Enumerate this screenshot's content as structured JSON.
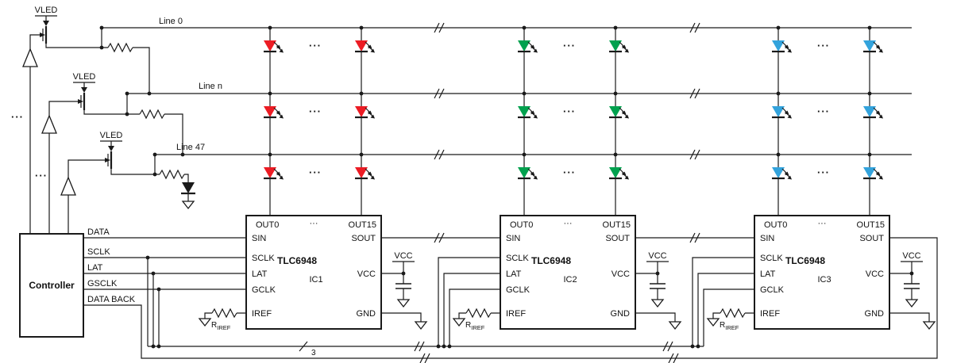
{
  "colors": {
    "led_red": "#ec1c24",
    "led_green": "#00a14e",
    "led_blue": "#33a3dc",
    "wire": "#1a1a1a"
  },
  "labels": {
    "vled": "VLED",
    "line0": "Line 0",
    "line_n": "Line n",
    "line47": "Line 47",
    "ellipsis": "···",
    "bus_width": "3",
    "riref_base": "R",
    "riref_sub": "IREF"
  },
  "controller": {
    "name": "Controller",
    "signals": [
      "DATA",
      "SCLK",
      "LAT",
      "GSCLK",
      "DATA BACK"
    ]
  },
  "ics": [
    {
      "part": "TLC6948",
      "id": "IC1"
    },
    {
      "part": "TLC6948",
      "id": "IC2"
    },
    {
      "part": "TLC6948",
      "id": "IC3"
    }
  ],
  "pins": {
    "out0": "OUT0",
    "out15": "OUT15",
    "sin": "SIN",
    "sout": "SOUT",
    "sclk": "SCLK",
    "lat": "LAT",
    "gclk": "GCLK",
    "iref": "IREF",
    "vcc": "VCC",
    "gnd": "GND"
  }
}
